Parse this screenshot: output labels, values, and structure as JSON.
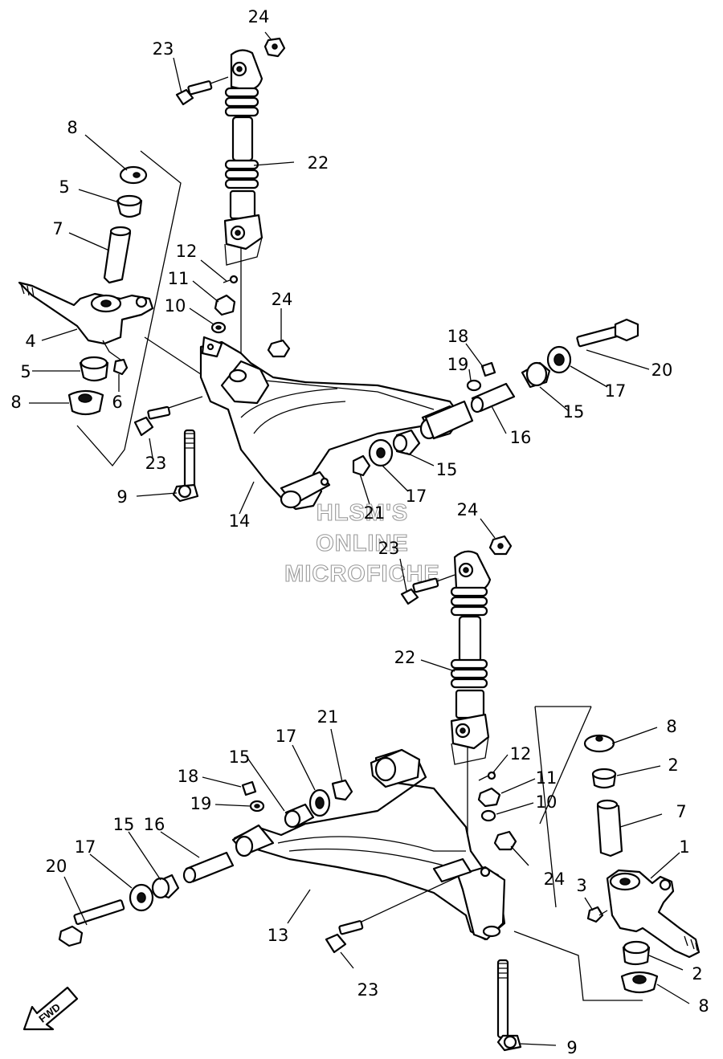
{
  "watermark": {
    "line1": "HLSM'S",
    "line2": "ONLINE",
    "line3": "MICROFICHE"
  },
  "direction_badge": {
    "label": "FWD"
  },
  "callouts": [
    {
      "id": "c24a",
      "label": "24"
    },
    {
      "id": "c23a",
      "label": "23"
    },
    {
      "id": "c8a",
      "label": "8"
    },
    {
      "id": "c22a",
      "label": "22"
    },
    {
      "id": "c5a",
      "label": "5"
    },
    {
      "id": "c7a",
      "label": "7"
    },
    {
      "id": "c12a",
      "label": "12"
    },
    {
      "id": "c11a",
      "label": "11"
    },
    {
      "id": "c24b",
      "label": "24"
    },
    {
      "id": "c10a",
      "label": "10"
    },
    {
      "id": "c4",
      "label": "4"
    },
    {
      "id": "c18a",
      "label": "18"
    },
    {
      "id": "c20a",
      "label": "20"
    },
    {
      "id": "c19a",
      "label": "19"
    },
    {
      "id": "c17a",
      "label": "17"
    },
    {
      "id": "c5b",
      "label": "5"
    },
    {
      "id": "c6",
      "label": "6"
    },
    {
      "id": "c8b",
      "label": "8"
    },
    {
      "id": "c15a",
      "label": "15"
    },
    {
      "id": "c16a",
      "label": "16"
    },
    {
      "id": "c23b",
      "label": "23"
    },
    {
      "id": "c15b",
      "label": "15"
    },
    {
      "id": "c9a",
      "label": "9"
    },
    {
      "id": "c17b",
      "label": "17"
    },
    {
      "id": "c21a",
      "label": "21"
    },
    {
      "id": "c14",
      "label": "14"
    },
    {
      "id": "c24c",
      "label": "24"
    },
    {
      "id": "c23c",
      "label": "23"
    },
    {
      "id": "c22b",
      "label": "22"
    },
    {
      "id": "c8c",
      "label": "8"
    },
    {
      "id": "c21b",
      "label": "21"
    },
    {
      "id": "c17c",
      "label": "17"
    },
    {
      "id": "c2a",
      "label": "2"
    },
    {
      "id": "c12b",
      "label": "12"
    },
    {
      "id": "c15c",
      "label": "15"
    },
    {
      "id": "c18b",
      "label": "18"
    },
    {
      "id": "c11b",
      "label": "11"
    },
    {
      "id": "c7b",
      "label": "7"
    },
    {
      "id": "c19b",
      "label": "19"
    },
    {
      "id": "c10b",
      "label": "10"
    },
    {
      "id": "c16b",
      "label": "16"
    },
    {
      "id": "c15d",
      "label": "15"
    },
    {
      "id": "c1",
      "label": "1"
    },
    {
      "id": "c17d",
      "label": "17"
    },
    {
      "id": "c20b",
      "label": "20"
    },
    {
      "id": "c24d",
      "label": "24"
    },
    {
      "id": "c3",
      "label": "3"
    },
    {
      "id": "c13",
      "label": "13"
    },
    {
      "id": "c2b",
      "label": "2"
    },
    {
      "id": "c23d",
      "label": "23"
    },
    {
      "id": "c8d",
      "label": "8"
    },
    {
      "id": "c9b",
      "label": "9"
    }
  ]
}
